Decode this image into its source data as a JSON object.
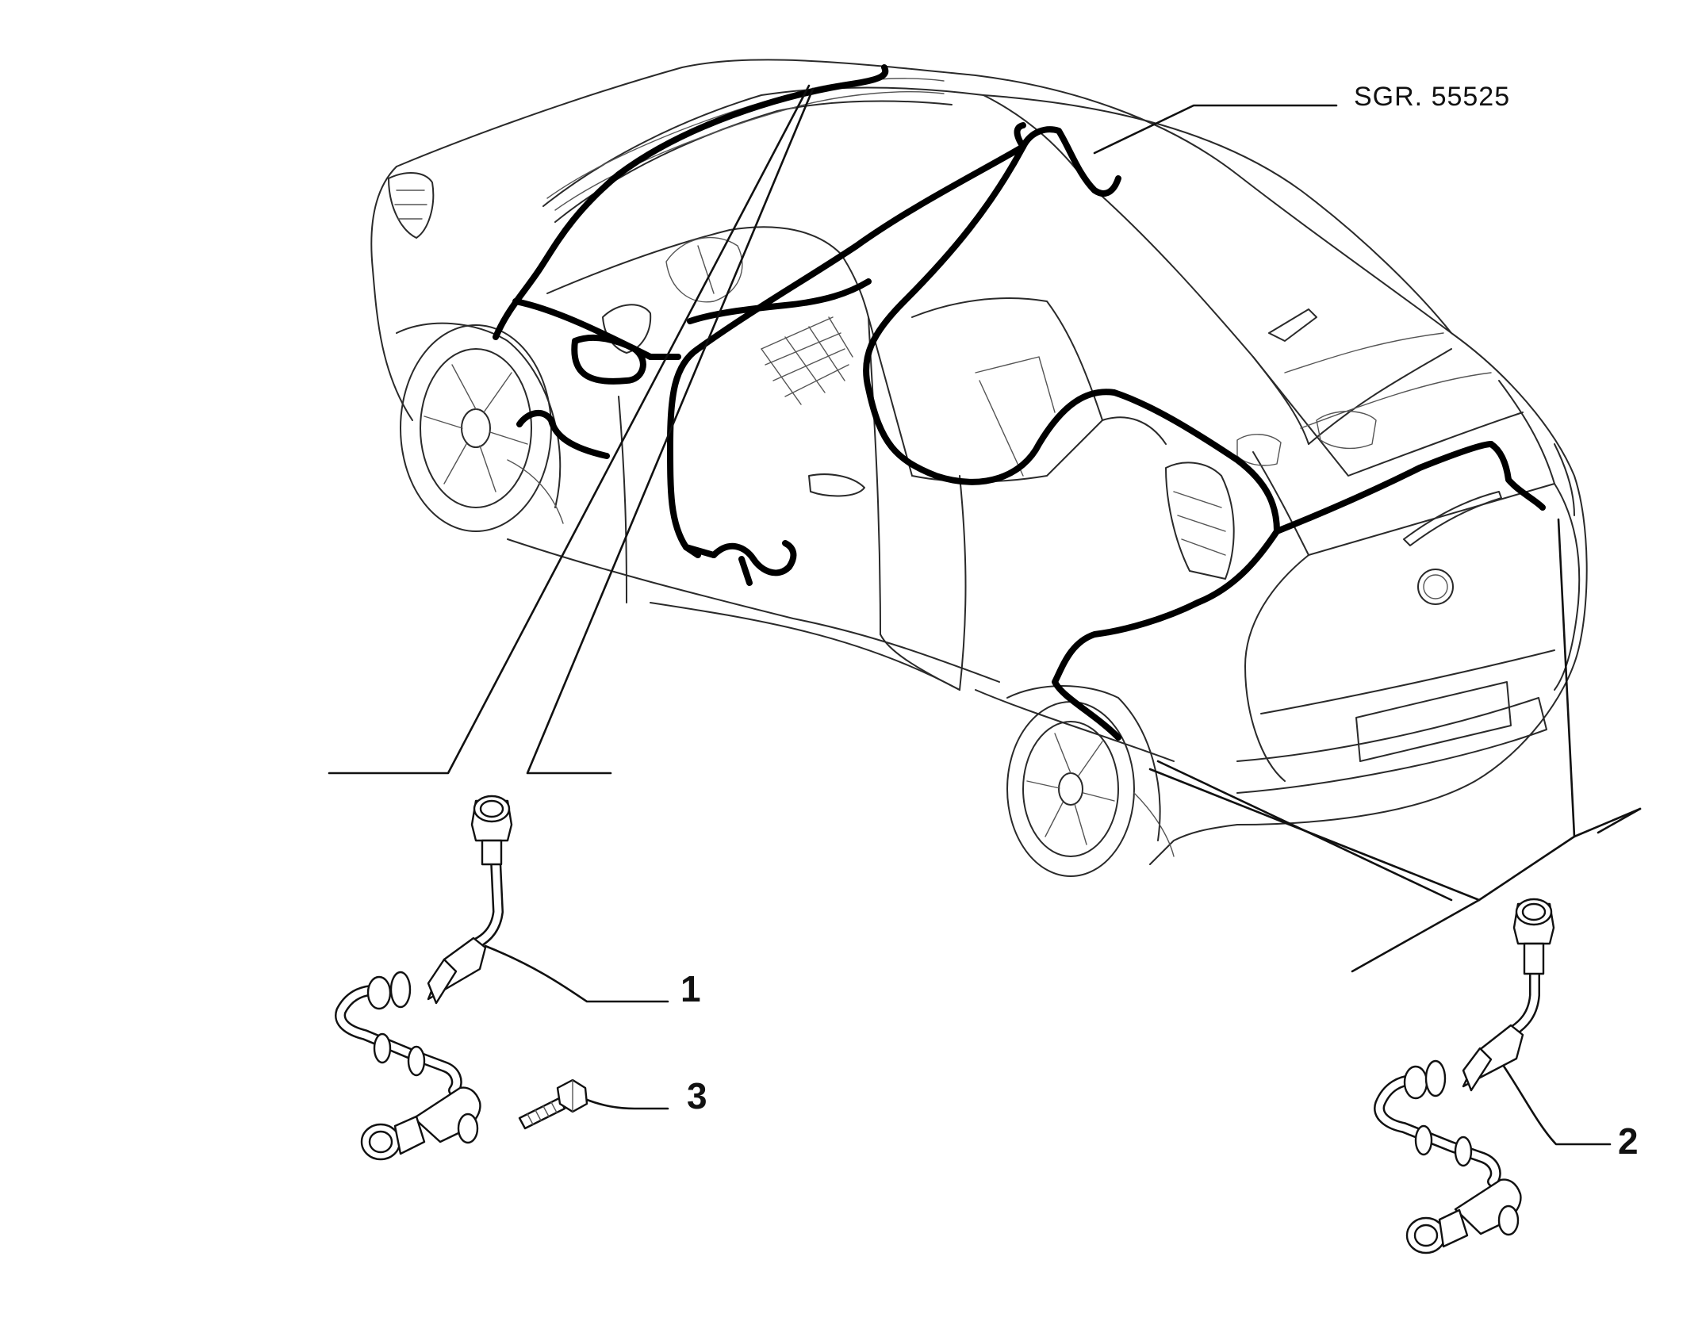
{
  "reference_code": "SGR. 55525",
  "callouts": [
    {
      "number": "1"
    },
    {
      "number": "2"
    },
    {
      "number": "3"
    }
  ],
  "colors": {
    "linework": "#2a2a2a",
    "harness": "#000000",
    "background": "#ffffff"
  }
}
